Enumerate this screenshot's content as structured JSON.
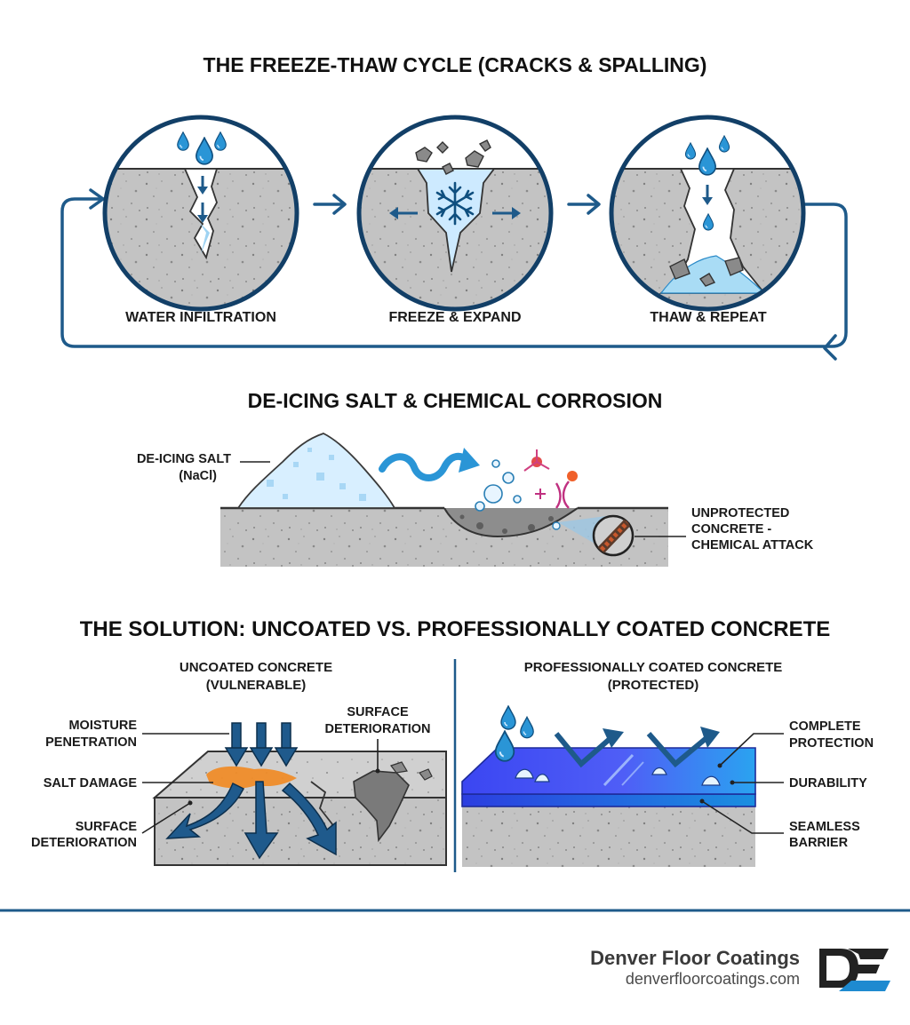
{
  "header": {
    "title_cycle": "THE FREEZE-THAW CYCLE (CRACKS & SPALLING)",
    "title_salt": "DE-ICING SALT & CHEMICAL CORROSION",
    "title_solution": "THE SOLUTION: UNCOATED VS. PROFESSIONALLY COATED CONCRETE"
  },
  "cycle": {
    "stages": [
      {
        "label": "WATER INFILTRATION"
      },
      {
        "label": "FREEZE & EXPAND"
      },
      {
        "label": "THAW & REPEAT"
      }
    ]
  },
  "salt": {
    "salt_label_1": "DE-ICING SALT",
    "salt_label_2": "(NaCl)",
    "attack_label_1": "UNPROTECTED",
    "attack_label_2": "CONCRETE -",
    "attack_label_3": "CHEMICAL ATTACK"
  },
  "uncoated": {
    "title_1": "UNCOATED CONCRETE",
    "title_2": "(VULNERABLE)",
    "moisture_1": "MOISTURE",
    "moisture_2": "PENETRATION",
    "salt_damage": "SALT DAMAGE",
    "surface_left_1": "SURFACE",
    "surface_left_2": "DETERIORATION",
    "surface_top_1": "SURFACE",
    "surface_top_2": "DETERIORATION"
  },
  "coated": {
    "title_1": "PROFESSIONALLY COATED CONCRETE",
    "title_2": "(PROTECTED)",
    "complete_1": "COMPLETE",
    "complete_2": "PROTECTION",
    "durability": "DURABILITY",
    "seamless_1": "SEAMLESS",
    "seamless_2": "BARRIER"
  },
  "footer": {
    "brand": "Denver Floor Coatings",
    "url": "denverfloorcoatings.com",
    "logo_letters": "DE"
  },
  "colors": {
    "navy": "#123f67",
    "water_blue": "#1e88c8",
    "coating_blue": "#4b3ff0",
    "concrete_gray": "#bdbdbd",
    "salt_orange": "#f08a24"
  }
}
